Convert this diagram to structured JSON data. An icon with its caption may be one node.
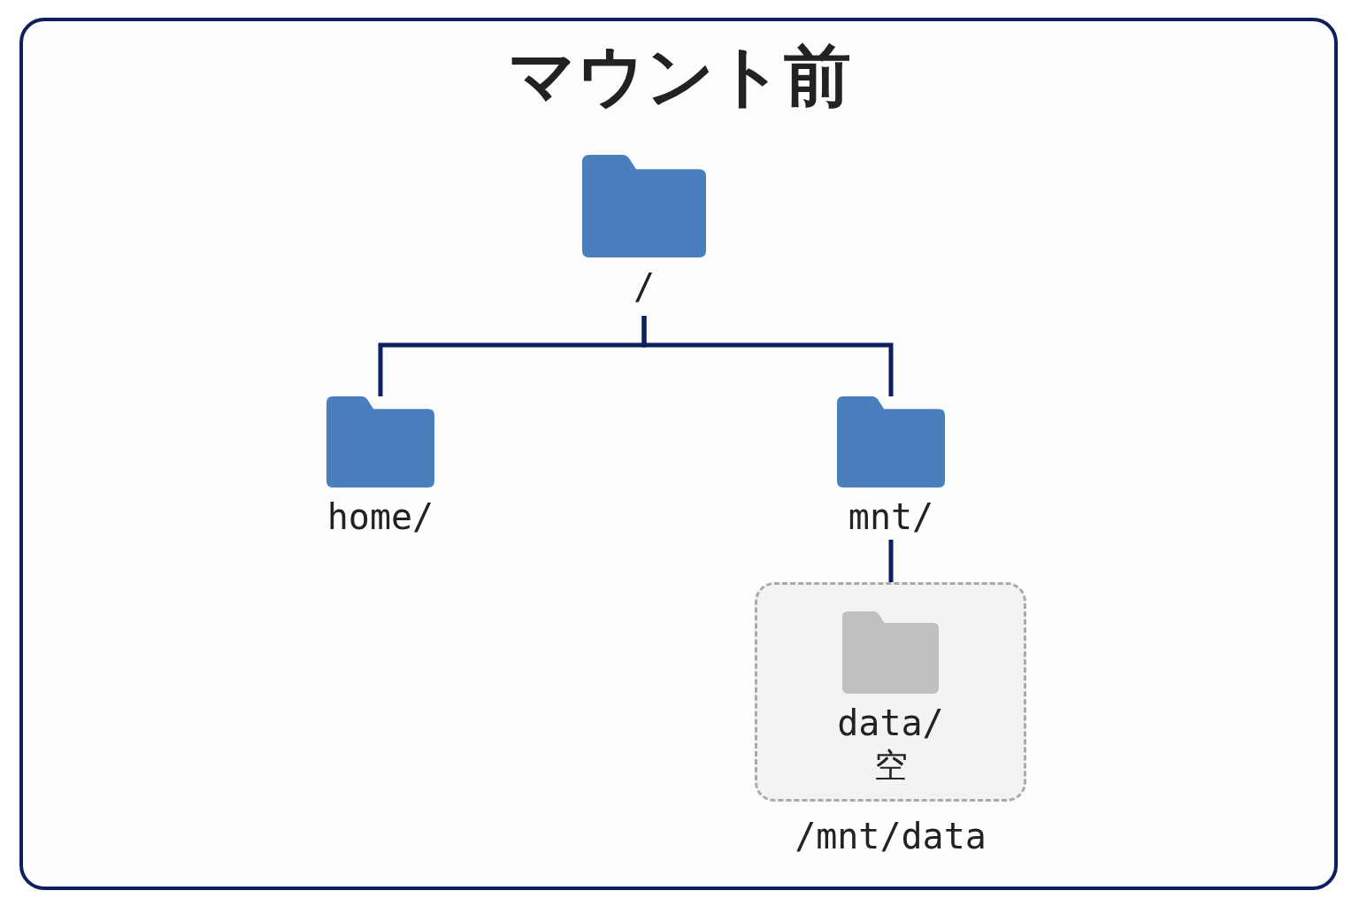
{
  "diagram": {
    "title": "マウント前",
    "nodes": [
      {
        "text": [
          "/"
        ]
      },
      {
        "text": [
          "home/"
        ]
      },
      {
        "text": [
          "mnt/"
        ]
      },
      {
        "text": [
          "data/",
          "空"
        ],
        "beside": [
          "/mnt/data"
        ]
      }
    ],
    "edges": [
      {
        "from": 0,
        "to": 1,
        "arrow": "none"
      },
      {
        "from": 0,
        "to": 2,
        "arrow": "none"
      },
      {
        "from": 2,
        "to": 3,
        "arrow": "none"
      }
    ]
  }
}
